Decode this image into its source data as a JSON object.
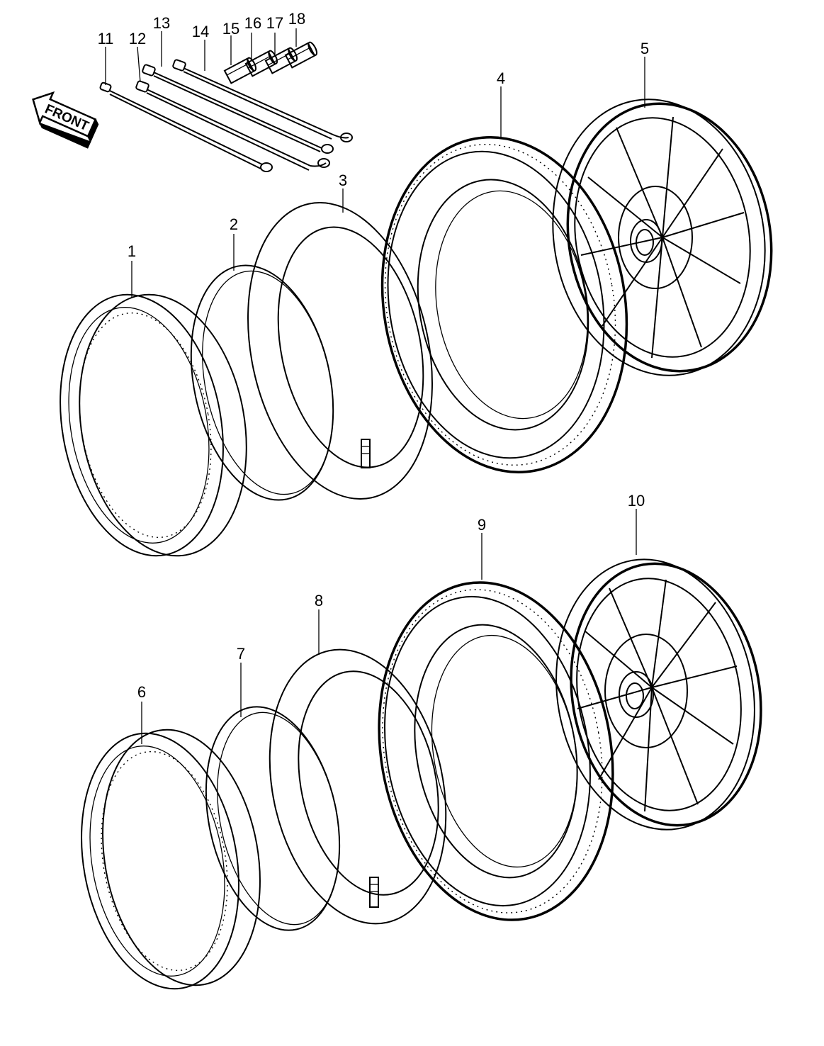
{
  "front_arrow": {
    "label": "FRONT"
  },
  "callouts": [
    "1",
    "2",
    "3",
    "4",
    "5",
    "6",
    "7",
    "8",
    "9",
    "10",
    "11",
    "12",
    "13",
    "14",
    "15",
    "16",
    "17",
    "18"
  ]
}
